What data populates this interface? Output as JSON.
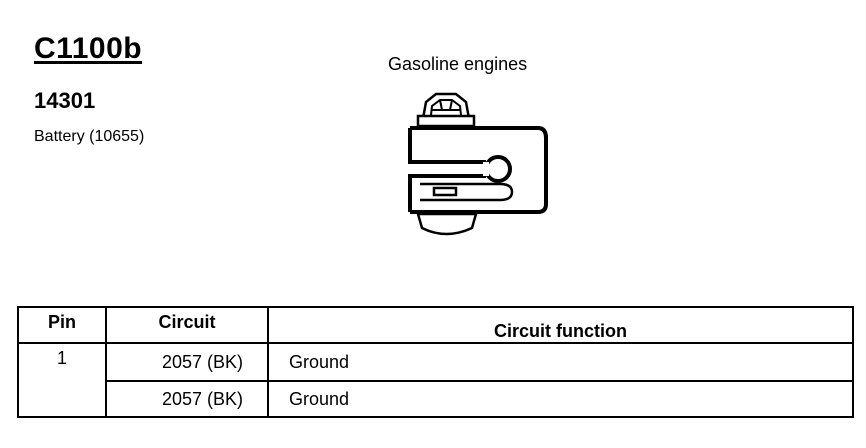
{
  "connector": {
    "id": "C1100b",
    "part_number": "14301",
    "component": "Battery (10655)"
  },
  "diagram": {
    "caption": "Gasoline engines"
  },
  "pin_table": {
    "headers": {
      "pin": "Pin",
      "circuit": "Circuit",
      "function": "Circuit function"
    },
    "rows": [
      {
        "pin": "1",
        "circuit": "2057 (BK)",
        "function": "Ground"
      },
      {
        "pin": "",
        "circuit": "2057 (BK)",
        "function": "Ground"
      }
    ]
  }
}
